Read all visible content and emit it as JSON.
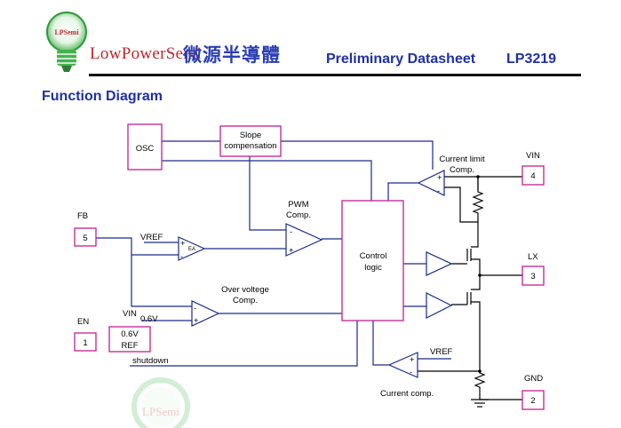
{
  "header": {
    "logo_badge": "LPSemi",
    "company_name": "LowPowerSemi",
    "company_name_cn": "微源半導體",
    "doc_title": "Preliminary Datasheet",
    "part_number": "LP3219"
  },
  "section_title": "Function Diagram",
  "diagram": {
    "blocks": {
      "osc": "OSC",
      "slope_line1": "Slope",
      "slope_line2": "compensation",
      "control_line1": "Control",
      "control_line2": "logic",
      "ref_line1": "0.6V",
      "ref_line2": "REF"
    },
    "pins": [
      {
        "name": "FB",
        "number": "5"
      },
      {
        "name": "EN",
        "number": "1"
      },
      {
        "name": "VIN",
        "number": "4"
      },
      {
        "name": "LX",
        "number": "3"
      },
      {
        "name": "GND",
        "number": "2"
      }
    ],
    "labels": {
      "pwm_line1": "PWM",
      "pwm_line2": "Comp.",
      "current_limit_line1": "Current limit",
      "current_limit_line2": "Comp.",
      "over_voltage_line1": "Over voltege",
      "over_voltage_line2": "Comp.",
      "current_comp": "Current comp.",
      "vref_ea": "VREF",
      "vref_cc": "VREF",
      "vin_ref": "VIN",
      "ov_ref": "0.6V",
      "shutdown": "shutdown",
      "ea": "EA",
      "plus": "+",
      "minus": "-"
    }
  },
  "watermark": "LPSemi"
}
